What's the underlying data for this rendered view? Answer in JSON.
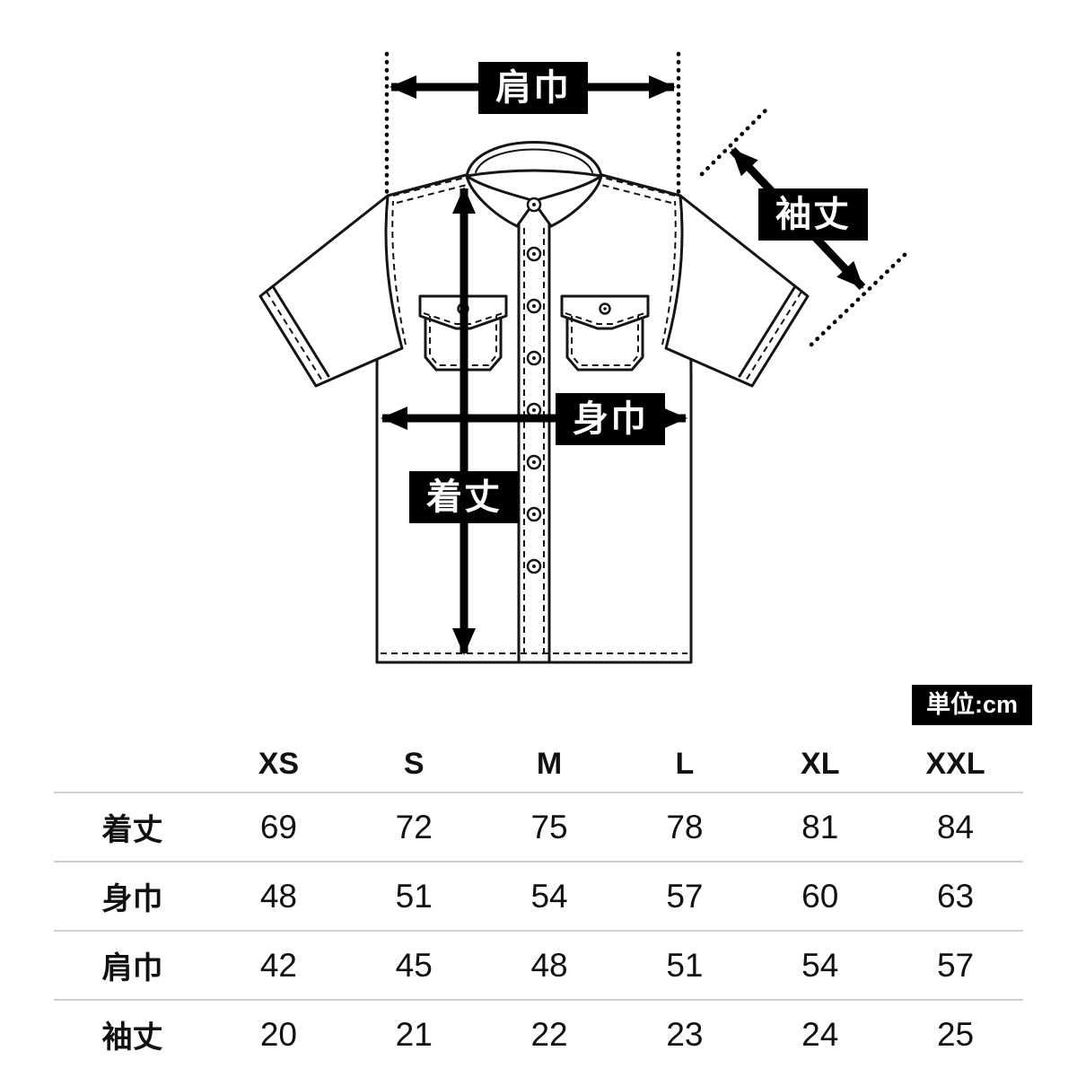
{
  "diagram": {
    "labels": {
      "shoulder_width": "肩巾",
      "sleeve_length": "袖丈",
      "body_width": "身巾",
      "body_length": "着丈"
    }
  },
  "unit_badge": "単位:cm",
  "size_table": {
    "columns": [
      "XS",
      "S",
      "M",
      "L",
      "XL",
      "XXL"
    ],
    "rows": [
      {
        "label": "着丈",
        "values": [
          "69",
          "72",
          "75",
          "78",
          "81",
          "84"
        ]
      },
      {
        "label": "身巾",
        "values": [
          "48",
          "51",
          "54",
          "57",
          "60",
          "63"
        ]
      },
      {
        "label": "肩巾",
        "values": [
          "42",
          "45",
          "48",
          "51",
          "54",
          "57"
        ]
      },
      {
        "label": "袖丈",
        "values": [
          "20",
          "21",
          "22",
          "23",
          "24",
          "25"
        ]
      }
    ]
  }
}
